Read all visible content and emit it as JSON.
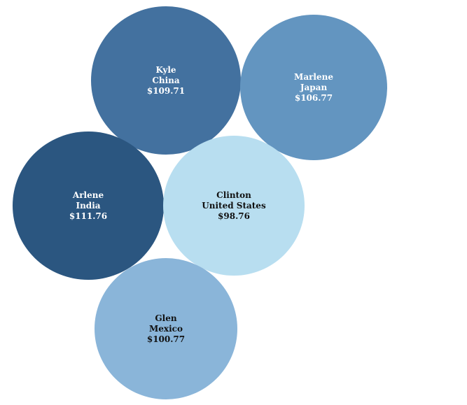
{
  "chart_data": {
    "type": "bubble",
    "bubbles": [
      {
        "name": "Kyle",
        "country": "China",
        "value_label": "$109.71",
        "value": 109.71,
        "color": "#43719f",
        "text_color": "#ffffff"
      },
      {
        "name": "Marlene",
        "country": "Japan",
        "value_label": "$106.77",
        "value": 106.77,
        "color": "#6395c0",
        "text_color": "#ffffff"
      },
      {
        "name": "Arlene",
        "country": "India",
        "value_label": "$111.76",
        "value": 111.76,
        "color": "#2b5680",
        "text_color": "#ffffff"
      },
      {
        "name": "Clinton",
        "country": "United States",
        "value_label": "$98.76",
        "value": 98.76,
        "color": "#b8def0",
        "text_color": "#111111"
      },
      {
        "name": "Glen",
        "country": "Mexico",
        "value_label": "$100.77",
        "value": 100.77,
        "color": "#8ab5d9",
        "text_color": "#111111"
      }
    ]
  }
}
